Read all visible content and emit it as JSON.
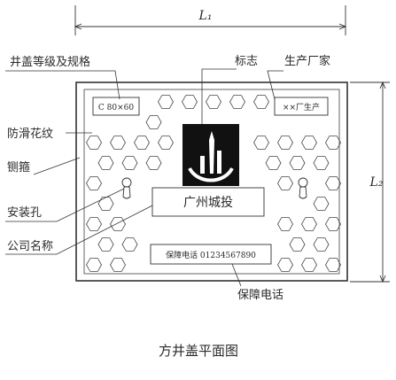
{
  "dimensions": {
    "width_label": "L₁",
    "height_label": "L₂"
  },
  "callouts": {
    "grade_spec": "井盖等级及规格",
    "logo": "标志",
    "manufacturer": "生产厂家",
    "anti_slip": "防滑花纹",
    "edge": "铡箍",
    "mount_hole": "安装孔",
    "company": "公司名称",
    "phone": "保障电话"
  },
  "plate": {
    "grade_box": "C 80×60",
    "maker_box": "××厂生产",
    "company_box": "广州城投",
    "phone_box": "保障电话 01234567890"
  },
  "caption": "方井盖平面图",
  "icons": {
    "logo": "tower-emblem-icon",
    "hole": "keyhole-mount-icon",
    "hex": "hex-anti-slip-pattern"
  }
}
